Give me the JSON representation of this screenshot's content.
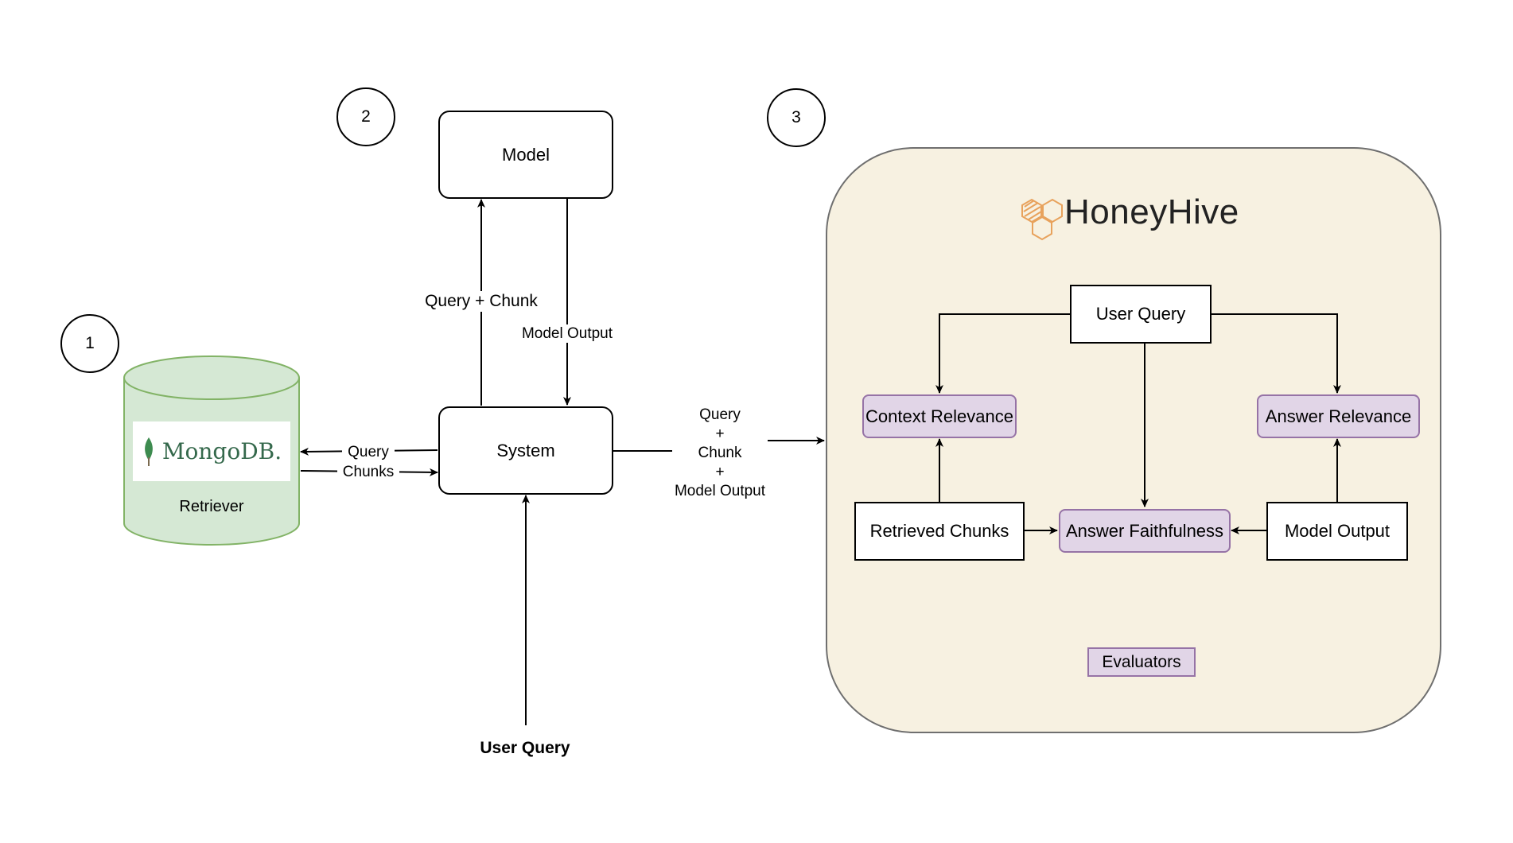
{
  "steps": {
    "one": "1",
    "two": "2",
    "three": "3"
  },
  "retriever": {
    "logo_text": "MongoDB.",
    "label": "Retriever"
  },
  "model": {
    "label": "Model"
  },
  "system": {
    "label": "System"
  },
  "flows": {
    "query": "Query",
    "chunks": "Chunks",
    "query_chunk": "Query + Chunk",
    "model_output": "Model Output",
    "user_query": "User Query",
    "to_honeyhive": [
      "Query",
      "+",
      "Chunk",
      "+",
      "Model Output"
    ]
  },
  "honeyhive": {
    "brand": "HoneyHive",
    "user_query": "User Query",
    "retrieved_chunks": "Retrieved Chunks",
    "model_output": "Model Output",
    "context_relevance": "Context Relevance",
    "answer_relevance": "Answer Relevance",
    "answer_faithfulness": "Answer Faithfulness",
    "evaluators_legend": "Evaluators"
  },
  "colors": {
    "panel_fill": "#f7f1e1",
    "evaluator_fill": "#e1d5e7",
    "evaluator_border": "#9673a6",
    "database_fill": "#d5e8d4",
    "database_border": "#82b366",
    "honeyhive_icon": "#e8a25c"
  }
}
